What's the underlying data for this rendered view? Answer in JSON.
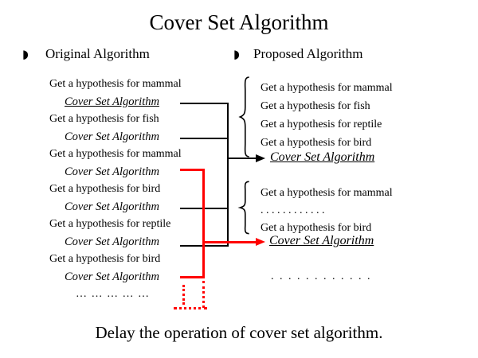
{
  "title": "Cover Set Algorithm",
  "footer": "Delay the operation of cover set algorithm.",
  "colors": {
    "red": "#ff0000",
    "black": "#000000",
    "background": "#ffffff"
  },
  "icons": {
    "bullet": "◗",
    "brace": "curly-brace",
    "black_arrow": "right-arrow",
    "red_arrow": "right-arrow"
  },
  "left": {
    "heading": "Original Algorithm",
    "lines": [
      "Get a hypothesis for mammal",
      "Cover Set Algorithm",
      "Get a hypothesis for fish",
      "Cover Set Algorithm",
      "Get a hypothesis for mammal",
      "Cover Set Algorithm",
      "Get a hypothesis for bird",
      "Cover Set Algorithm",
      "Get a hypothesis for reptile",
      "Cover Set Algorithm",
      "Get a hypothesis for bird",
      "Cover Set Algorithm",
      "… … … … …"
    ]
  },
  "right": {
    "heading": "Proposed Algorithm",
    "group1": {
      "steps": [
        "Get a hypothesis for mammal",
        "Get a hypothesis for fish",
        "Get a hypothesis for reptile",
        "Get a hypothesis for bird"
      ],
      "result": "Cover Set Algorithm"
    },
    "group2": {
      "steps": [
        "Get a hypothesis for mammal",
        ". . . . . . . . . . . .",
        "Get a hypothesis for bird"
      ],
      "result": "Cover Set Algorithm"
    },
    "trailing_dots": ". . . . . . . . . . . ."
  }
}
